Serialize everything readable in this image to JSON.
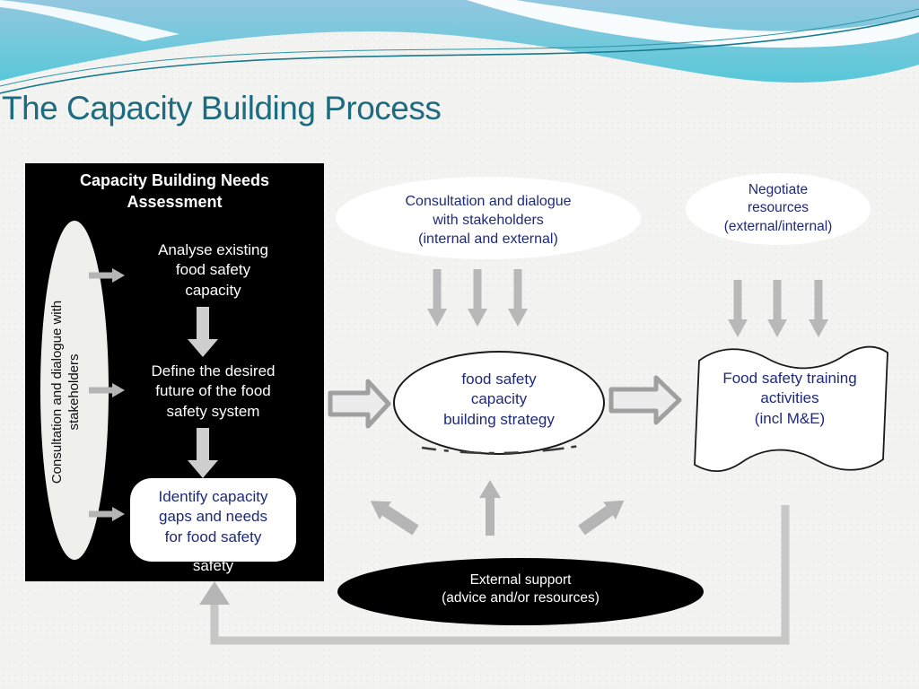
{
  "title": "The Capacity Building Process",
  "colors": {
    "title_teal": "#1c6b80",
    "body_navy": "#1e2a78",
    "arrow_gray": "#b5b5b5",
    "loop_gray": "#c7c7c7",
    "box_black": "#000000",
    "shape_white": "#ffffff"
  },
  "needs_box": {
    "heading": "Capacity Building Needs\nAssessment",
    "stakeholder_ellipse_label": "Consultation and dialogue with\nstakeholders",
    "step_analyse": "Analyse existing\nfood safety\ncapacity",
    "step_define": "Define the desired\nfuture of the food\nsafety system",
    "step_identify": "Identify capacity\ngaps and needs\nfor food safety",
    "overflow_text": "safety"
  },
  "consultation_ellipse": {
    "label": "Consultation and dialogue\nwith stakeholders\n(internal and external)"
  },
  "negotiate_note": {
    "label": "Negotiate\nresources\n(external/internal)"
  },
  "strategy_ellipse": {
    "label": "food safety\ncapacity\nbuilding strategy"
  },
  "training_document": {
    "label": "Food safety training\nactivities\n(incl M&E)"
  },
  "external_support_ellipse": {
    "label": "External support\n(advice and/or resources)"
  },
  "icons": {
    "down_arrows": "gray down arrows",
    "right_arrows": "gray right arrows",
    "block_arrows": "gray block arrows",
    "feedback_loop": "gray feedback loop arrow"
  }
}
